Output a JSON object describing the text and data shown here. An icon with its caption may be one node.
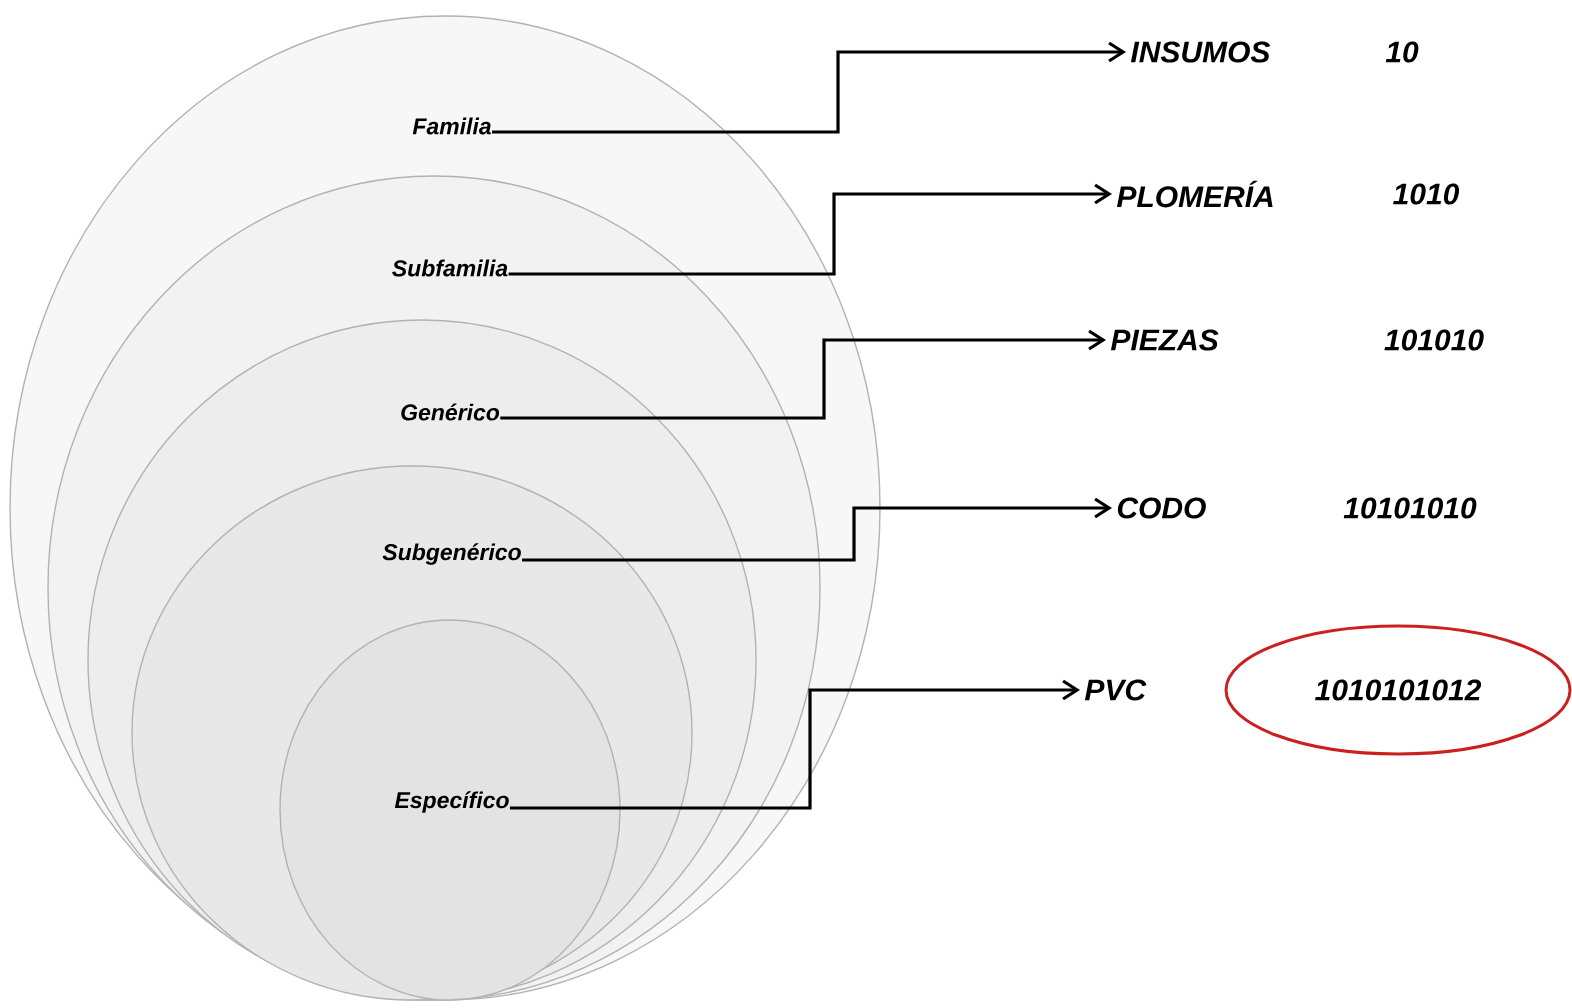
{
  "diagram": {
    "nodes": [
      {
        "text": [
          "Familia"
        ]
      },
      {
        "text": [
          "Subfamilia"
        ],
        "in": 0
      },
      {
        "text": [
          "Genérico"
        ],
        "in": 1
      },
      {
        "text": [
          "Subgenérico"
        ],
        "in": 2
      },
      {
        "text": [
          "Específico"
        ],
        "in": 3
      },
      {
        "text": [
          "INSUMOS"
        ]
      },
      {
        "text": [
          "PLOMERÍA"
        ]
      },
      {
        "text": [
          "PIEZAS"
        ]
      },
      {
        "text": [
          "CODO"
        ]
      },
      {
        "text": [
          "PVC"
        ]
      },
      {
        "text": [
          "1010101012"
        ]
      }
    ],
    "edges": [
      {
        "from": 0,
        "to": 5,
        "arrow": "to"
      },
      {
        "from": 1,
        "to": 6,
        "arrow": "to"
      },
      {
        "from": 2,
        "to": 7,
        "arrow": "to"
      },
      {
        "from": 3,
        "to": 8,
        "arrow": "to"
      },
      {
        "from": 4,
        "to": 9,
        "arrow": "to"
      }
    ],
    "labels": [
      "10",
      "1010",
      "101010",
      "10101010"
    ]
  }
}
